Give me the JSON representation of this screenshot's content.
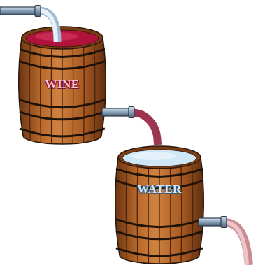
{
  "diagram": {
    "nodes": [
      {
        "text": [
          "WINE"
        ]
      },
      {
        "text": [
          "WATER"
        ]
      }
    ],
    "edges": [
      {
        "from": 0,
        "to": 1,
        "arrow": "none"
      }
    ]
  }
}
